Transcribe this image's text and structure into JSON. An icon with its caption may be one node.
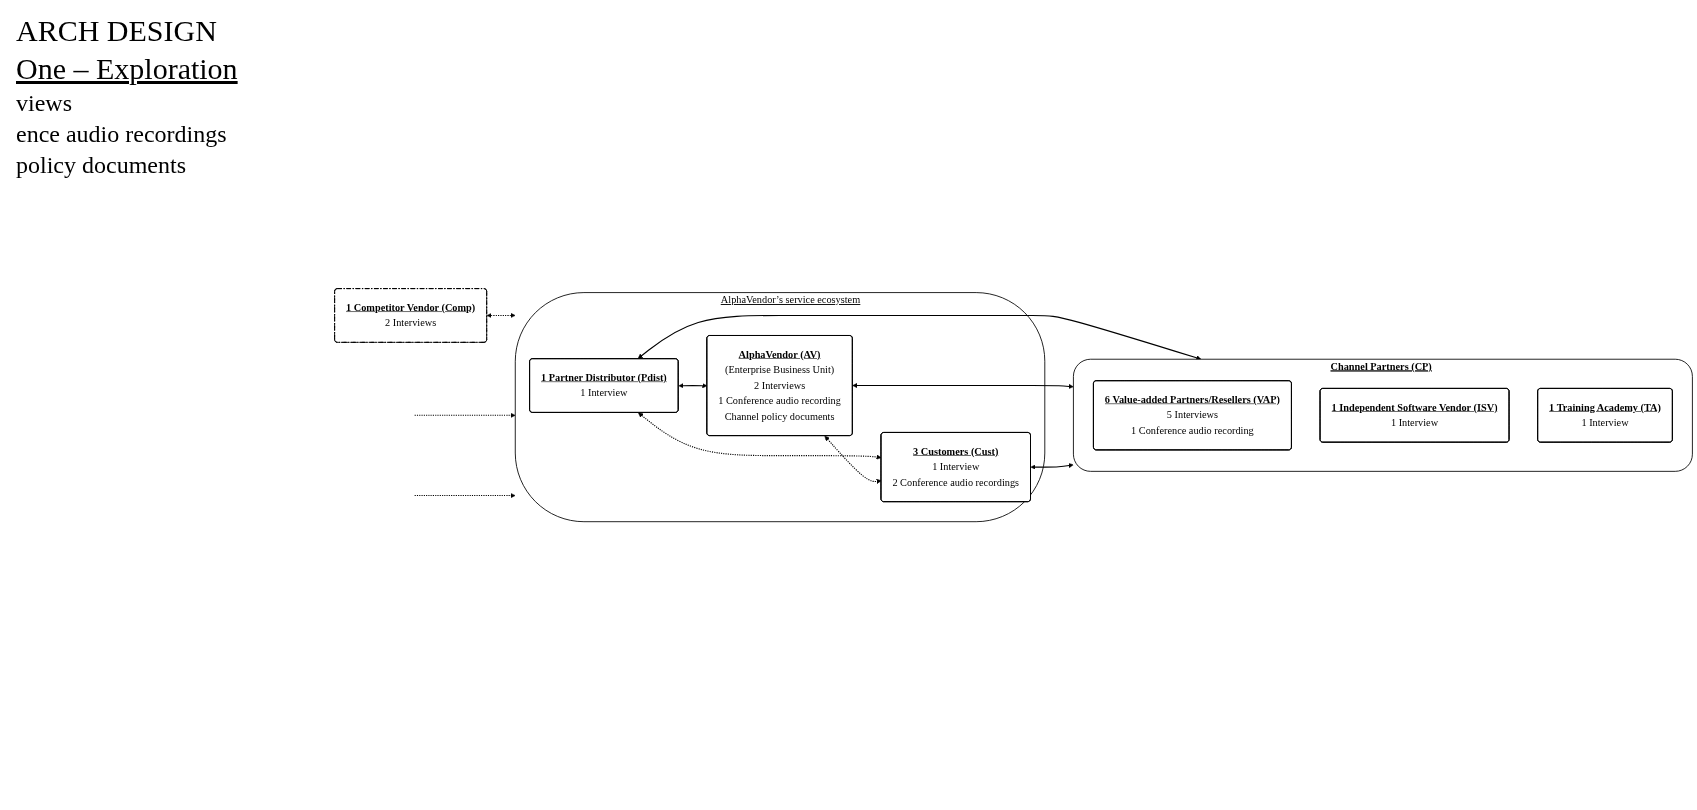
{
  "diagram": {
    "nodes": [
      {
        "text": [
          "AlphaVendor’s service ecosystem"
        ]
      },
      {
        "text": [
          "1 Partner Distributor (Pdist)",
          "1 Interview"
        ],
        "in": 0
      },
      {
        "text": [
          "Channel Partners (CP)"
        ]
      },
      {
        "text": [
          "6 Value-added Partners/Resellers (VAP)",
          "5 Interviews",
          "1 Conference audio recording"
        ],
        "in": 2
      },
      {
        "text": [
          "1 Independent Software Vendor (ISV)",
          "1 Interview"
        ],
        "in": 2
      },
      {
        "text": [
          "1 Training Academy (TA)",
          "1 Interview"
        ],
        "in": 2
      },
      {
        "text": [
          "AlphaVendor (AV)",
          "(Enterprise Business Unit)",
          "2 Interviews",
          "1 Conference audio recording",
          "Channel policy documents"
        ],
        "in": 0
      },
      {
        "text": [
          "1 Competitor Vendor (Comp)",
          "2 Interviews"
        ]
      },
      {
        "text": [
          "3 Customers (Cust)",
          "1 Interview",
          "2 Conference audio recordings"
        ],
        "in": 0
      }
    ],
    "edges": [
      {
        "from": 1,
        "to": 6,
        "arrow": "both"
      },
      {
        "from": 1,
        "to": 2,
        "arrow": "both"
      },
      {
        "from": 6,
        "to": 2,
        "arrow": "both"
      },
      {
        "from": 1,
        "to": 8,
        "arrow": "both",
        "style": "dashed"
      },
      {
        "from": 7,
        "to": 0,
        "arrow": "both",
        "style": "dashed"
      },
      {
        "from": 6,
        "to": 8,
        "arrow": "both",
        "style": "dashed"
      },
      {
        "from": 8,
        "to": 2,
        "arrow": "both"
      },
      {
        "from": null,
        "to": 0,
        "arrow": "to",
        "style": "dashed"
      },
      {
        "from": null,
        "to": 0,
        "arrow": "to",
        "style": "dashed"
      }
    ],
    "labels": [
      "ARCH DESIGN",
      "One – Exploration",
      "views",
      "ence audio recordings",
      "policy documents"
    ]
  }
}
